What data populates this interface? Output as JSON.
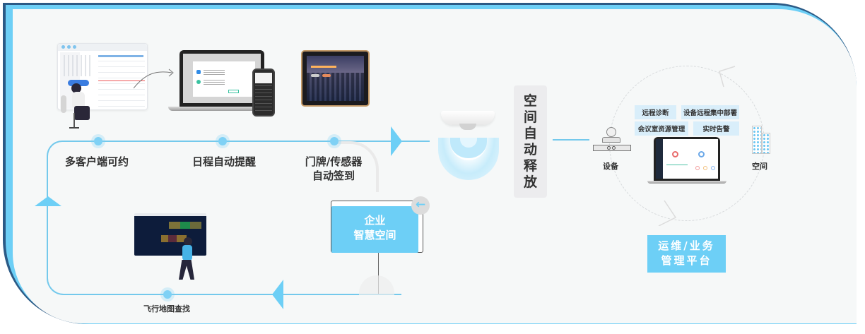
{
  "diagram": {
    "title": "企业智慧空间",
    "center_sign": {
      "line1": "企业",
      "line2": "智慧空间",
      "back_icon": "arrow-left-icon"
    },
    "steps": [
      {
        "label": "多客户端可约"
      },
      {
        "label": "日程自动提醒"
      },
      {
        "label_line1": "门牌/传感器",
        "label_line2": "自动签到"
      },
      {
        "label": "飞行地图查找"
      }
    ],
    "auto_release": {
      "chars": [
        "空",
        "间",
        "自",
        "动",
        "释",
        "放"
      ]
    },
    "platform": {
      "features": [
        "远程诊断",
        "设备远程集中部署",
        "会议室资源管理",
        "实时告警"
      ],
      "device_label": "设备",
      "space_label": "空间",
      "title_line1": "运维/业务",
      "title_line2": "管理平台"
    },
    "colors": {
      "accent": "#6dcff6",
      "line": "#74c9ec",
      "frame_dark": "#2b5a86",
      "background": "#f6f8f8",
      "tag_bg": "#d9eefa"
    }
  }
}
